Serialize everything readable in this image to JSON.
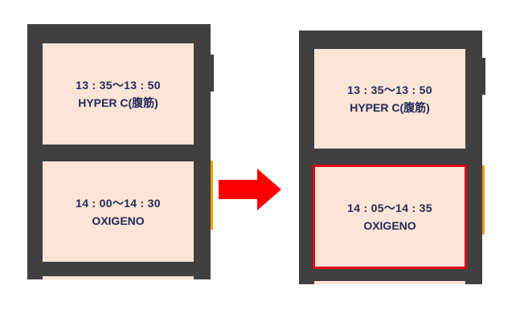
{
  "before": {
    "cards": [
      {
        "time": "13 : 35〜13 : 50",
        "name": "HYPER C(腹筋)"
      },
      {
        "time": "14 : 00〜14 : 30",
        "name": "OXIGENO"
      }
    ]
  },
  "after": {
    "cards": [
      {
        "time": "13 : 35〜13 : 50",
        "name": "HYPER C(腹筋)"
      },
      {
        "time": "14 : 05〜14 : 35",
        "name": "OXIGENO"
      }
    ]
  },
  "colors": {
    "panel": "#404040",
    "card": "#fce4d6",
    "text": "#1f2a5a",
    "highlight_border": "#e3001b",
    "arrow": "#ff0000"
  },
  "icons": {
    "arrow": "right-arrow-icon"
  }
}
